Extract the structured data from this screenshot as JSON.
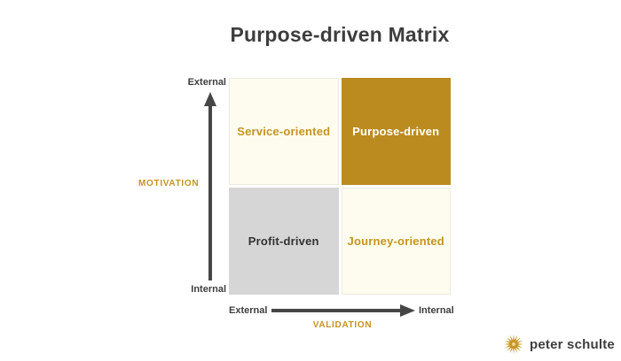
{
  "title": "Purpose-driven Matrix",
  "matrix": {
    "quadrants": [
      {
        "position": "top-left",
        "label": "Service-oriented",
        "bg": "#FDFCEF",
        "text_color": "#C6941F"
      },
      {
        "position": "top-right",
        "label": "Purpose-driven",
        "bg": "#BC8B20",
        "text_color": "#FFFFFF"
      },
      {
        "position": "bottom-left",
        "label": "Profit-driven",
        "bg": "#D6D6D6",
        "text_color": "#333333"
      },
      {
        "position": "bottom-right",
        "label": "Journey-oriented",
        "bg": "#FDFCEF",
        "text_color": "#C6941F"
      }
    ]
  },
  "axes": {
    "y": {
      "name": "MOTIVATION",
      "top_label": "External",
      "bottom_label": "Internal",
      "name_color": "#C6941F"
    },
    "x": {
      "name": "VALIDATION",
      "left_label": "External",
      "right_label": "Internal",
      "name_color": "#C6941F"
    }
  },
  "brand": {
    "name": "peter schulte",
    "icon": "starburst-icon",
    "icon_color": "#C8941F",
    "icon_center_color": "#EBD493"
  },
  "colors": {
    "background": "#FFFFFF",
    "axis_arrow": "#464646",
    "title_text": "#3D3D3D"
  }
}
